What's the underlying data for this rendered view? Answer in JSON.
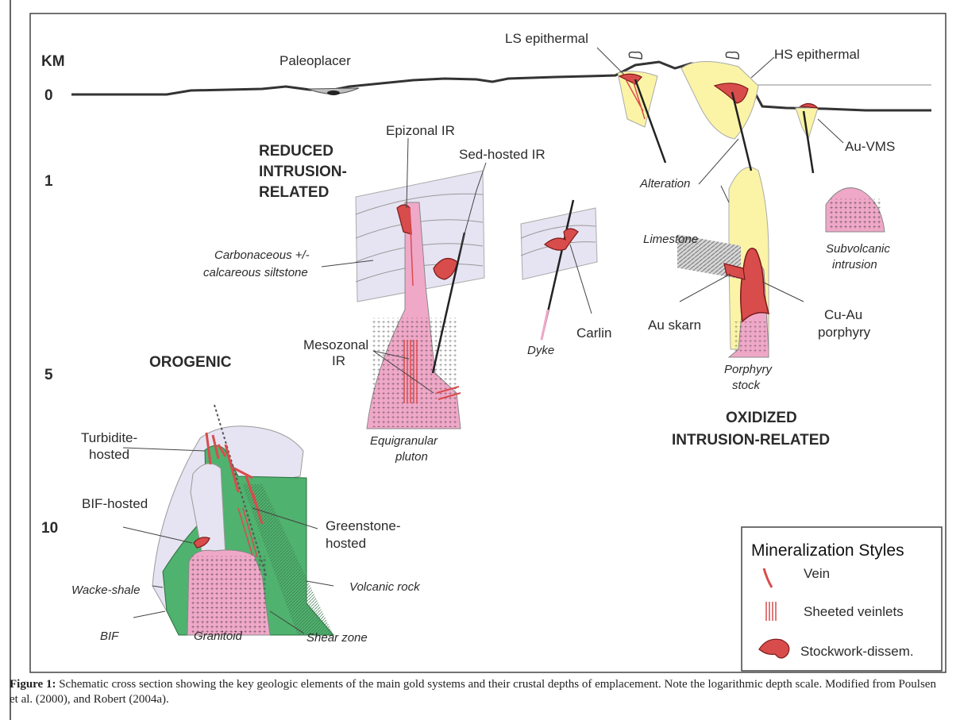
{
  "depth_axis": {
    "unit": "KM",
    "ticks": [
      "0",
      "1",
      "5",
      "10"
    ]
  },
  "deposits": {
    "paleoplacer": "Paleoplacer",
    "ls_epithermal": "LS epithermal",
    "hs_epithermal": "HS epithermal",
    "au_vms": "Au-VMS",
    "epizonal_ir": "Epizonal IR",
    "sed_hosted_ir": "Sed-hosted IR",
    "mesozonal_ir_1": "Mesozonal",
    "mesozonal_ir_2": "IR",
    "carlin": "Carlin",
    "au_skarn": "Au skarn",
    "cu_au_porphyry_1": "Cu-Au",
    "cu_au_porphyry_2": "porphyry",
    "turbidite_1": "Turbidite-",
    "turbidite_2": "hosted",
    "bif_hosted": "BIF-hosted",
    "greenstone_1": "Greenstone-",
    "greenstone_2": "hosted"
  },
  "rock_labels": {
    "carbonaceous_1": "Carbonaceous +/-",
    "carbonaceous_2": "calcareous siltstone",
    "equigranular_1": "Equigranular",
    "equigranular_2": "pluton",
    "dyke": "Dyke",
    "alteration": "Alteration",
    "limestone": "Limestone",
    "subvolcanic_1": "Subvolcanic",
    "subvolcanic_2": "intrusion",
    "porphyry_1": "Porphyry",
    "porphyry_2": "stock",
    "wacke_shale": "Wacke-shale",
    "bif": "BIF",
    "granitoid": "Granitoid",
    "shear_zone": "Shear zone",
    "volcanic_rock": "Volcanic rock"
  },
  "groups": {
    "reduced_1": "REDUCED",
    "reduced_2": "INTRUSION-",
    "reduced_3": "RELATED",
    "oxidized_1": "OXIDIZED",
    "oxidized_2": "INTRUSION-RELATED",
    "orogenic": "OROGENIC"
  },
  "legend": {
    "title": "Mineralization Styles",
    "items": [
      "Vein",
      "Sheeted veinlets",
      "Stockwork-dissem."
    ]
  },
  "colors": {
    "ore_red": "#d94c4c",
    "intrusion_pink": "#f0a8c8",
    "sediment_lavender": "#e6e4f2",
    "greenstone_green": "#4fb26e",
    "alteration_yellow": "#fbf4a6"
  },
  "caption": {
    "label": "Figure 1:",
    "text": " Schematic cross section showing the key geologic elements of the main gold systems and their crustal depths of emplacement. Note the logarithmic depth scale. Modified from Poulsen et al. (2000), and Robert (2004a)."
  }
}
